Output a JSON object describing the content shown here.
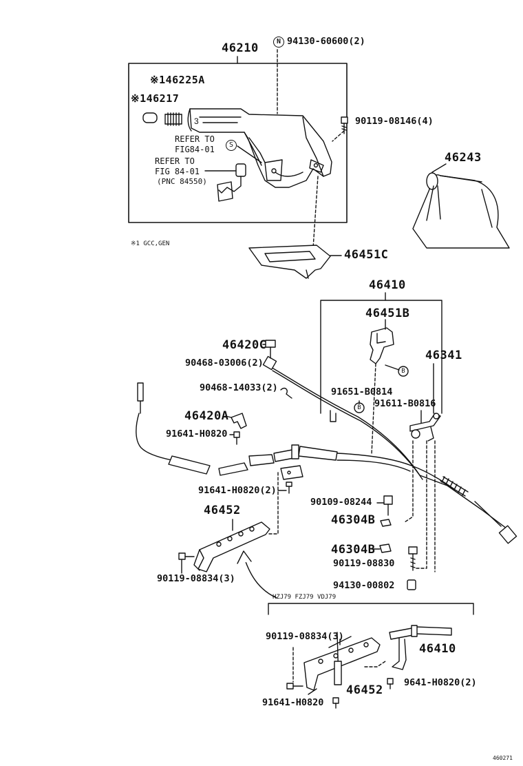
{
  "labels": {
    "p46210": "46210",
    "n_mark": "N",
    "p94130_60600": "94130-60600(2)",
    "p46225A": "※146225A",
    "p46217": "※146217",
    "p90119_08146": "90119-08146(4)",
    "refer1a": "REFER TO",
    "refer1b": "FIG84-01",
    "s_mark": "S",
    "refer2a": "REFER TO",
    "refer2b": "FIG 84-01",
    "pnc": "(PNC 84550)",
    "p46243": "46243",
    "note": "※1 GCC,GEN",
    "p46451C": "46451C",
    "p46410_top": "46410",
    "p46451B": "46451B",
    "p46420C": "46420C",
    "p90468_03006": "90468-03006(2)",
    "p46341": "46341",
    "b_mark1": "B",
    "p90468_14033": "90468-14033(2)",
    "p91651_B0814": "91651-B0814",
    "b_mark2": "B",
    "p91611_B0816": "91611-B0816",
    "p46420A": "46420A",
    "p91641_H0820_a": "91641-H0820",
    "p91641_H0820_b": "91641-H0820(2)",
    "p90109_08244": "90109-08244",
    "p46452": "46452",
    "p46304B_a": "46304B",
    "p46304B_b": "46304B",
    "p90119_08830": "90119-08830",
    "p90119_08834": "90119-08834(3)",
    "p94130_00802": "94130-00802",
    "variant": "HZJ79 FZJ79 VDJ79",
    "p90119_08834_b": "90119-08834(3)",
    "p46410_b": "46410",
    "p46452_b": "46452",
    "p9641_H0820": "9641-H0820(2)",
    "p91641_H0820_c": "91641-H0820",
    "fig_no": "460271"
  }
}
